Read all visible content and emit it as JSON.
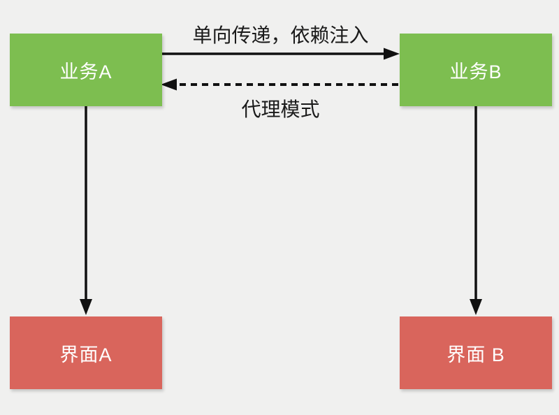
{
  "diagram": {
    "background_color": "#f0f0ef",
    "colors": {
      "business_box": "#7dbe50",
      "interface_box": "#d9655c",
      "box_text": "#ffffff",
      "arrow": "#111111",
      "edge_label_text": "#1a1a1a"
    },
    "nodes": [
      {
        "id": "business-a",
        "label": "业务A",
        "type": "business"
      },
      {
        "id": "business-b",
        "label": "业务B",
        "type": "business"
      },
      {
        "id": "interface-a",
        "label": "界面A",
        "type": "interface"
      },
      {
        "id": "interface-b",
        "label": "界面 B",
        "type": "interface"
      }
    ],
    "edges": [
      {
        "from": "business-a",
        "to": "business-b",
        "style": "solid",
        "direction": "right",
        "label": "单向传递，依赖注入"
      },
      {
        "from": "business-b",
        "to": "business-a",
        "style": "dashed",
        "direction": "left",
        "label": "代理模式"
      },
      {
        "from": "business-a",
        "to": "interface-a",
        "style": "solid",
        "direction": "down",
        "label": ""
      },
      {
        "from": "business-b",
        "to": "interface-b",
        "style": "solid",
        "direction": "down",
        "label": ""
      }
    ]
  }
}
